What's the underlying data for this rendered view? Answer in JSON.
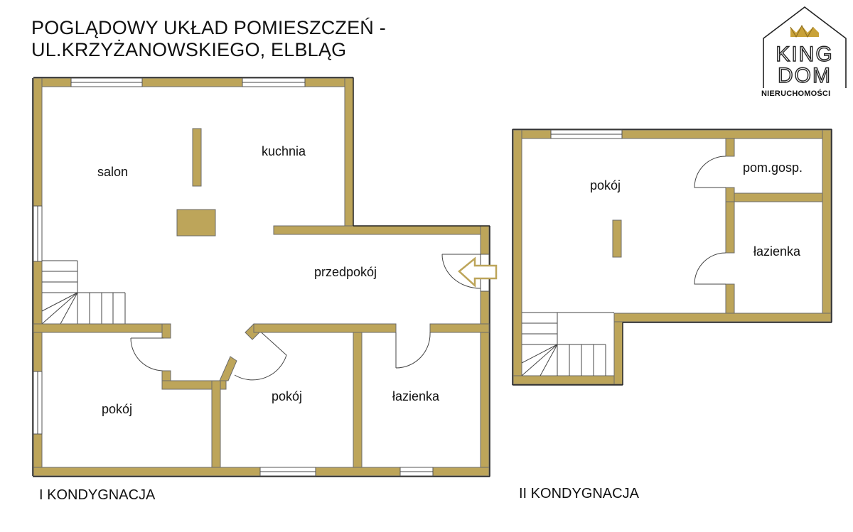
{
  "title": {
    "line1": "POGLĄDOWY UKŁAD POMIESZCZEŃ -",
    "line2": "UL.KRZYŻANOWSKIEGO, ELBLĄG"
  },
  "logo": {
    "line1": "KING",
    "line2": "DOM",
    "subtitle": "NIERUCHOMOŚCI",
    "icon": "crown-icon"
  },
  "colors": {
    "wall": "#BDA55A",
    "wall_outline": "#222222",
    "crown": "#C9A238",
    "arrow": "#BDA55A",
    "background": "#FFFFFF"
  },
  "floors": [
    {
      "label": "I KONDYGNACJA",
      "rooms": [
        {
          "name": "salon"
        },
        {
          "name": "kuchnia"
        },
        {
          "name": "przedpokój"
        },
        {
          "name": "pokój"
        },
        {
          "name": "pokój"
        },
        {
          "name": "łazienka"
        }
      ],
      "entrance_icon": "entrance-arrow-icon"
    },
    {
      "label": "II KONDYGNACJA",
      "rooms": [
        {
          "name": "pokój"
        },
        {
          "name": "pom.gosp."
        },
        {
          "name": "łazienka"
        }
      ]
    }
  ]
}
